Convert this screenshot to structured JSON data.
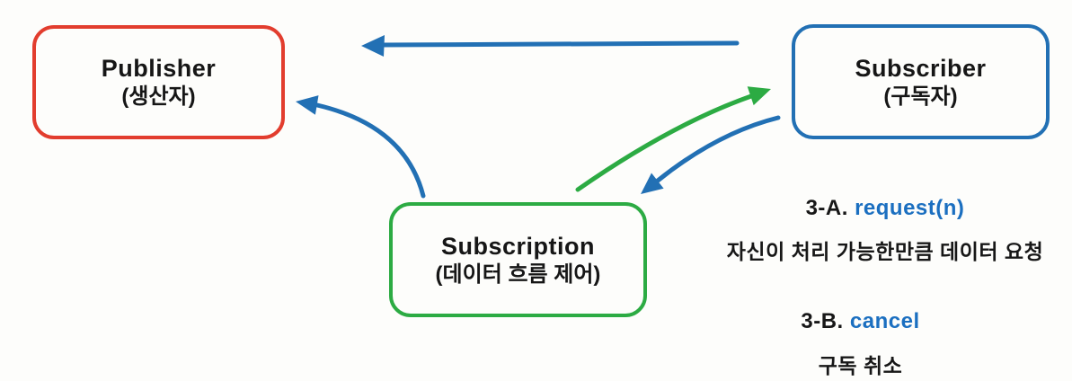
{
  "colors": {
    "background": "#fdfdfb",
    "publisher_border": "#e23d2e",
    "subscriber_border": "#2270b4",
    "subscription_border": "#2cab43",
    "arrow_blue": "#2270b4",
    "arrow_green": "#2cab43",
    "text_black": "#171717",
    "method_blue": "#1b6fc0"
  },
  "nodes": {
    "publisher": {
      "title": "Publisher",
      "subtitle": "(생산자)"
    },
    "subscriber": {
      "title": "Subscriber",
      "subtitle": "(구독자)"
    },
    "subscription": {
      "title": "Subscription",
      "subtitle": "(데이터 흐름 제어)"
    }
  },
  "edges": [
    {
      "name": "subscriber-to-publisher",
      "color": "#2270b4",
      "style": "straight"
    },
    {
      "name": "subscription-to-publisher",
      "color": "#2270b4",
      "style": "curved"
    },
    {
      "name": "subscription-to-subscriber",
      "color": "#2cab43",
      "style": "curved"
    },
    {
      "name": "subscriber-to-subscription",
      "color": "#2270b4",
      "style": "curved"
    }
  ],
  "annotations": {
    "a": {
      "prefix": "3-A.",
      "method": "request(n)",
      "description": "자신이 처리 가능한만큼 데이터 요청"
    },
    "b": {
      "prefix": "3-B.",
      "method": "cancel",
      "description": "구독 취소"
    }
  }
}
